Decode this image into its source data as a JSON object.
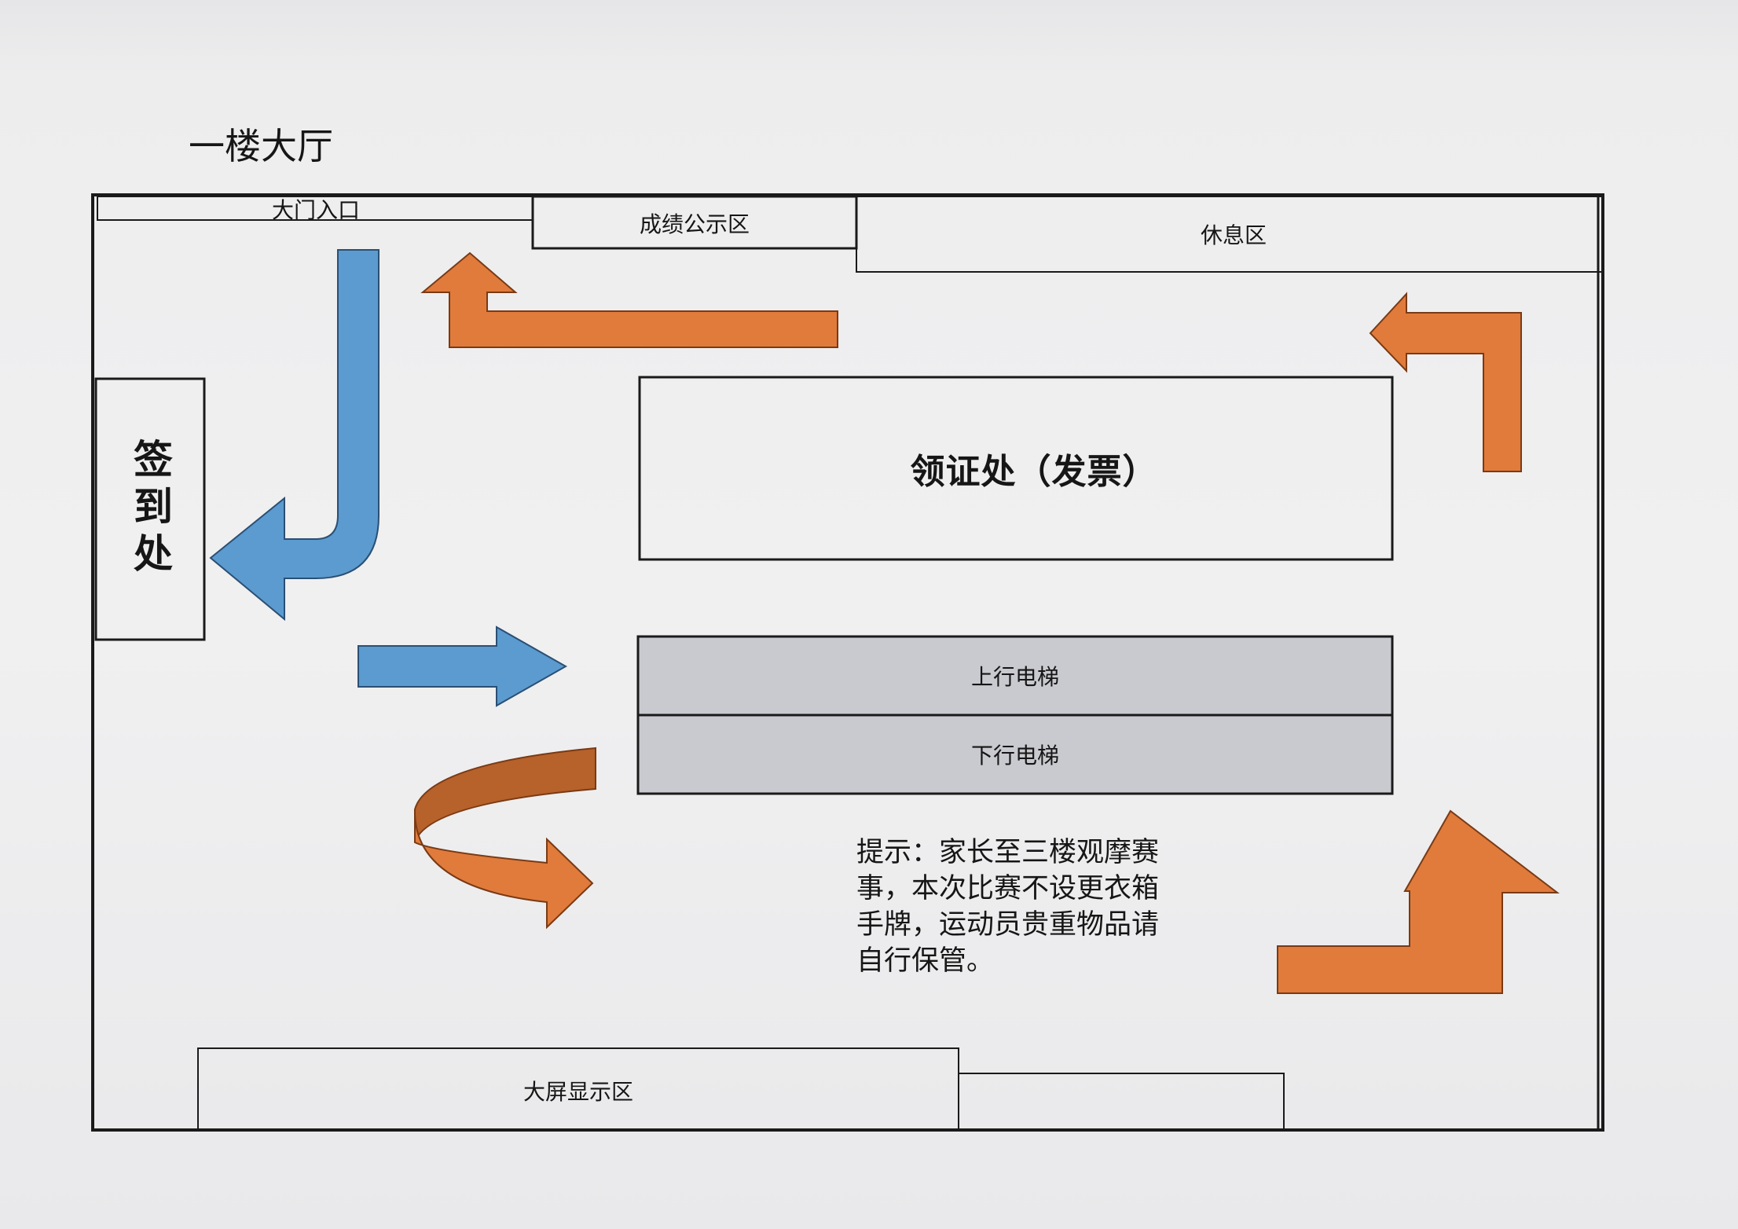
{
  "title": "一楼大厅",
  "zones": {
    "entrance": "大门入口",
    "results": "成绩公示区",
    "rest": "休息区",
    "checkin": "签到处",
    "pickup": "领证处（发票）",
    "escalator_up": "上行电梯",
    "escalator_down": "下行电梯",
    "big_screen": "大屏显示区"
  },
  "notice": "提示：家长至三楼观摩赛事，本次比赛不设更衣箱手牌，运动员贵重物品请自行保管。",
  "colors": {
    "blue_arrow": "#5b9bcf",
    "orange_arrow": "#e07b3c",
    "escalator_fill": "#c9cacf",
    "line": "#1a1a1a"
  },
  "icons": [
    "down-left-arrow-icon",
    "right-arrow-icon",
    "left-up-arrow-icon",
    "up-left-arrow-icon",
    "u-turn-arrow-icon",
    "right-up-arrow-icon"
  ]
}
